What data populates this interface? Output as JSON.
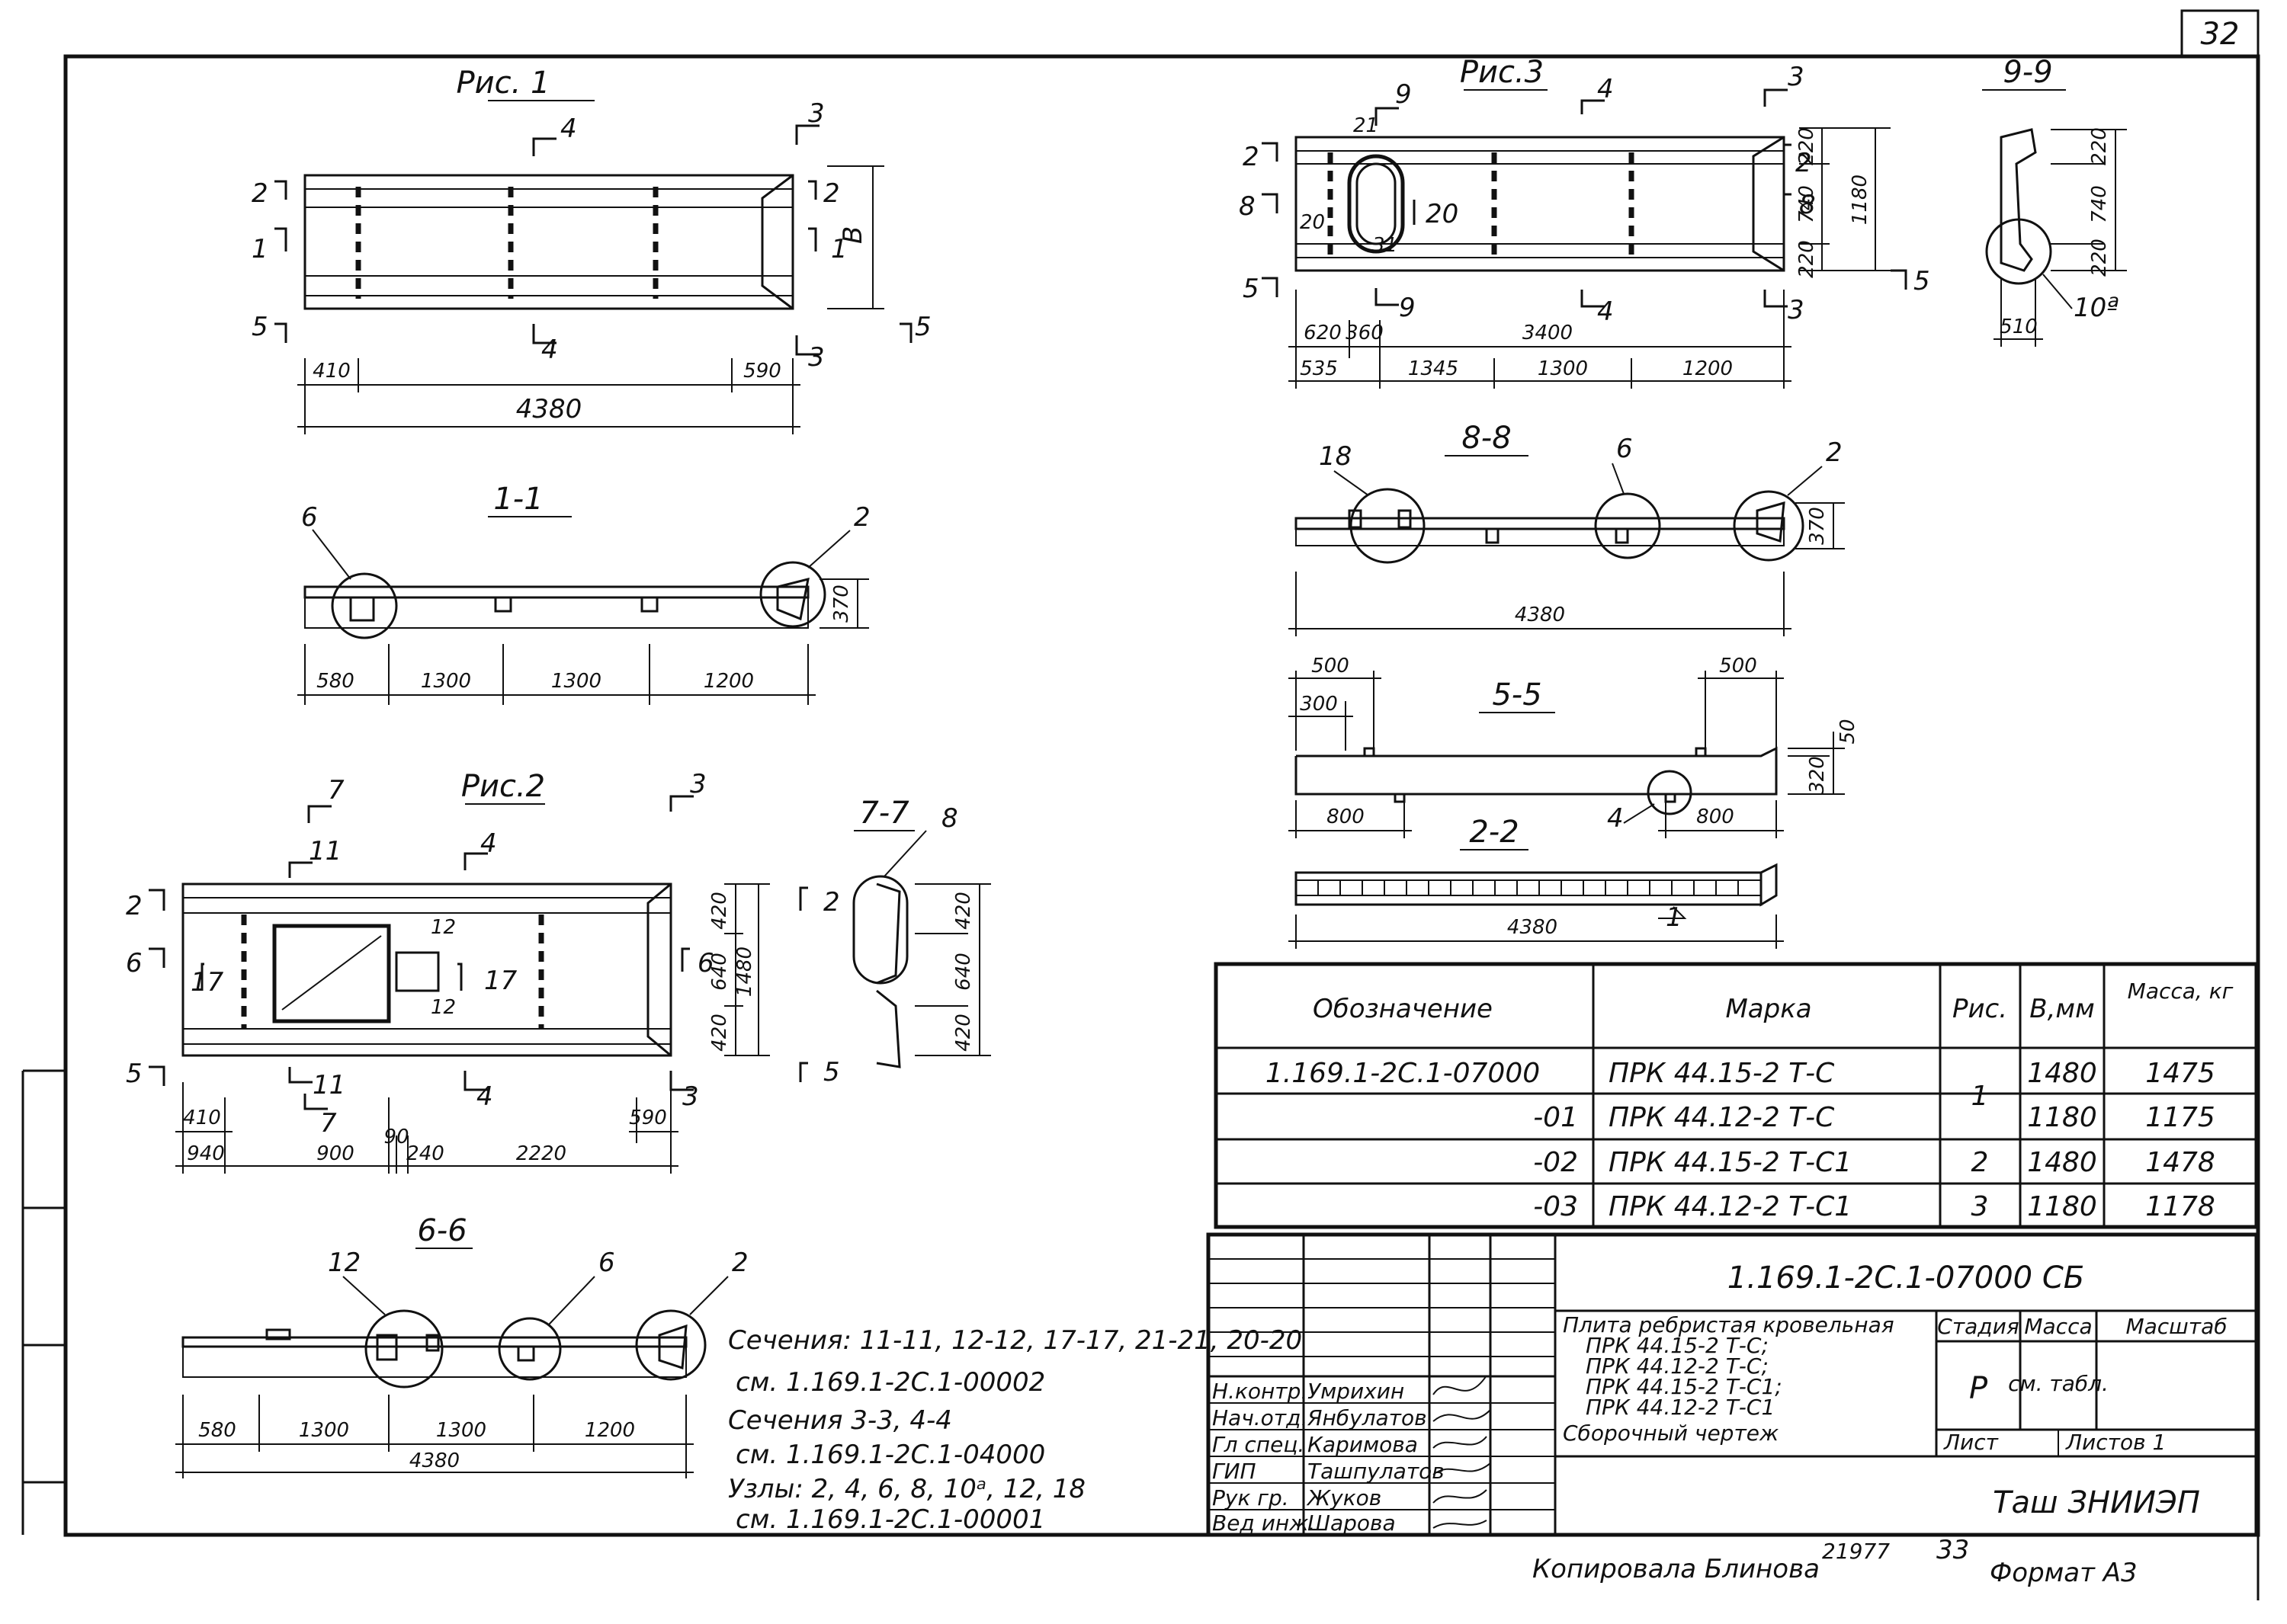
{
  "sheet_number": "32",
  "format": "Формат А3",
  "copied": "Копировала Блинова",
  "inventory": "21977",
  "inventory_page": "33",
  "fig1": {
    "title": "Рис. 1",
    "cuts": [
      "4",
      "3",
      "2",
      "1",
      "5",
      "4",
      "3",
      "2",
      "1",
      "5"
    ],
    "dim_v": "В",
    "dims_bottom": [
      "410",
      "590",
      "4380"
    ]
  },
  "sec11": {
    "title": "1-1",
    "callouts": [
      "6",
      "2"
    ],
    "height": "370",
    "dims": [
      "580",
      "1300",
      "1300",
      "1200"
    ]
  },
  "fig2": {
    "title": "Рис.2",
    "cuts": [
      "7",
      "3",
      "11",
      "4",
      "2",
      "6",
      "5",
      "12",
      "12",
      "17",
      "17",
      "2",
      "6",
      "5",
      "11",
      "7",
      "4",
      "3"
    ],
    "dims_right": [
      "420",
      "640",
      "420",
      "1480"
    ],
    "dims_bottom_top": [
      "410",
      "590"
    ],
    "dims_bottom": [
      "940",
      "900",
      "90",
      "240",
      "2220"
    ]
  },
  "sec77": {
    "title": "7-7",
    "callout": "8",
    "dims": [
      "420",
      "640",
      "420"
    ]
  },
  "sec66": {
    "title": "6-6",
    "callouts": [
      "12",
      "6",
      "2"
    ],
    "dims": [
      "580",
      "1300",
      "1300",
      "1200",
      "4380"
    ]
  },
  "notes": [
    "Сечения: 11-11, 12-12, 17-17, 21-21, 20-20",
    "см. 1.169.1-2С.1-00002",
    "Сечения 3-3, 4-4",
    "см. 1.169.1-2С.1-04000",
    "Узлы: 2, 4, 6, 8, 10ᵃ, 12, 18",
    "см. 1.169.1-2С.1-00001"
  ],
  "fig3": {
    "title": "Рис.3",
    "cuts": [
      "9",
      "4",
      "3",
      "21",
      "2",
      "8",
      "20",
      "20",
      "2",
      "8",
      "31",
      "5",
      "9",
      "4",
      "3",
      "5"
    ],
    "dims_right": [
      "220",
      "740",
      "220",
      "1180"
    ],
    "dims_top": [
      "620",
      "360",
      "3400"
    ],
    "dims_bottom": [
      "535",
      "1345",
      "1300",
      "1200"
    ]
  },
  "sec99": {
    "title": "9-9",
    "dims": [
      "220",
      "740",
      "220"
    ],
    "width": "510",
    "callout": "10ª"
  },
  "sec88": {
    "title": "8-8",
    "callouts": [
      "18",
      "6",
      "2"
    ],
    "height": "370",
    "length": "4380"
  },
  "sec55": {
    "title": "5-5",
    "dims_top": [
      "500",
      "300",
      "500"
    ],
    "dims_right": [
      "50",
      "320"
    ],
    "dims_bottom": [
      "800",
      "800"
    ],
    "callout": "4"
  },
  "sec22": {
    "title": "2-2",
    "length": "4380",
    "callout": "1"
  },
  "spec": {
    "headers": [
      "Обозначение",
      "Марка",
      "Рис.",
      "В,мм",
      "Масса, кг"
    ],
    "rows": [
      {
        "code": "1.169.1-2С.1-07000",
        "mark": "ПРК 44.15-2 Т-С",
        "fig": "1",
        "b": "1480",
        "mass": "1475"
      },
      {
        "code": "-01",
        "mark": "ПРК 44.12-2 Т-С",
        "fig": "",
        "b": "1180",
        "mass": "1175"
      },
      {
        "code": "-02",
        "mark": "ПРК 44.15-2 Т-С1",
        "fig": "2",
        "b": "1480",
        "mass": "1478"
      },
      {
        "code": "-03",
        "mark": "ПРК 44.12-2 Т-С1",
        "fig": "3",
        "b": "1180",
        "mass": "1178"
      }
    ]
  },
  "stamp": {
    "doc_code": "1.169.1-2С.1-07000 СБ",
    "name_lines": [
      "Плита ребристая кровельная",
      "ПРК 44.15-2 Т-С;",
      "ПРК 44.12-2 Т-С;",
      "ПРК 44.15-2 Т-С1;",
      "ПРК 44.12-2 Т-С1",
      "Сборочный чертеж"
    ],
    "stage_label": "Стадия",
    "mass_label": "Масса",
    "scale_label": "Масштаб",
    "stage": "Р",
    "mass": "см. табл.",
    "sheet_label": "Лист",
    "sheets_label": "Листов 1",
    "org": "Таш ЗНИИЭП",
    "people": [
      {
        "role": "Н.контр.",
        "name": "Умрихин"
      },
      {
        "role": "Нач.отд.",
        "name": "Янбулатов"
      },
      {
        "role": "Гл спец.",
        "name": "Каримова"
      },
      {
        "role": "ГИП",
        "name": "Ташпулатов"
      },
      {
        "role": "Рук гр.",
        "name": "Жуков"
      },
      {
        "role": "Вед инж.",
        "name": "Шарова"
      }
    ]
  }
}
